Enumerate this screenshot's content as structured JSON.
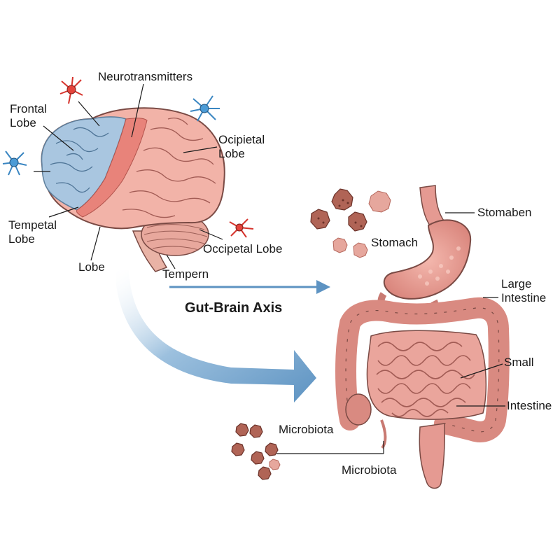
{
  "diagram": {
    "title": "Gut-Brain Axis",
    "brain_labels": {
      "neurotransmitters": "Neurotransmitters",
      "frontal_lobe_1": "Frontal",
      "frontal_lobe_2": "Lobe",
      "occipital_lobe_1": "Ocipietal",
      "occipital_lobe_2": "Lobe",
      "tempetal_lobe_1": "Tempetal",
      "tempetal_lobe_2": "Lobe",
      "lobe": "Lobe",
      "occipetal_lobe": "Occipetal Lobe",
      "tempern": "Tempern"
    },
    "gut_labels": {
      "stomaben": "Stomaben",
      "stomach": "Stomach",
      "large_intestine_1": "Large",
      "large_intestine_2": "Intestine",
      "small": "Small",
      "intestine": "Intestine",
      "microbiota_left": "Microbiota",
      "microbiota_bottom": "Microbiota"
    },
    "colors": {
      "frontal_blue": "#a9c6e0",
      "brain_pink": "#f2b3a8",
      "highlight_red": "#e8837a",
      "gut_pink": "#e59a92",
      "arrow_blue": "#5d93c2",
      "microbe_brown": "#b06456"
    },
    "icons": [
      "neuron-icon-red",
      "neuron-icon-blue",
      "microbe-cluster-icon"
    ]
  }
}
